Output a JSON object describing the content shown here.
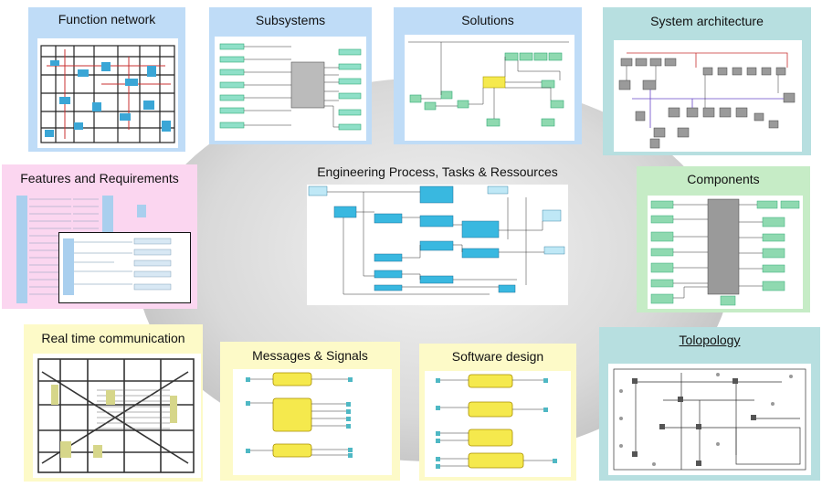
{
  "panels": {
    "function_network": "Function network",
    "subsystems": "Subsystems",
    "solutions": "Solutions",
    "system_architecture": "System architecture",
    "features_requirements": "Features and Requirements",
    "engineering_process": "Engineering Process, Tasks & Ressources",
    "components": "Components",
    "realtime_communication": "Real time communication",
    "messages_signals": "Messages & Signals",
    "software_design": "Software design",
    "topology": "Tolopology"
  },
  "colors": {
    "blue_panel": "#bfdcf7",
    "pink_panel": "#fbd6f0",
    "teal_panel": "#b7dfe0",
    "green_panel": "#c6ecc6",
    "yellow_panel": "#fdfac8",
    "node_cyan": "#39b8e0",
    "node_green": "#8fd9b0",
    "node_yellow": "#f5e94d",
    "node_grey": "#9a9a9a"
  }
}
